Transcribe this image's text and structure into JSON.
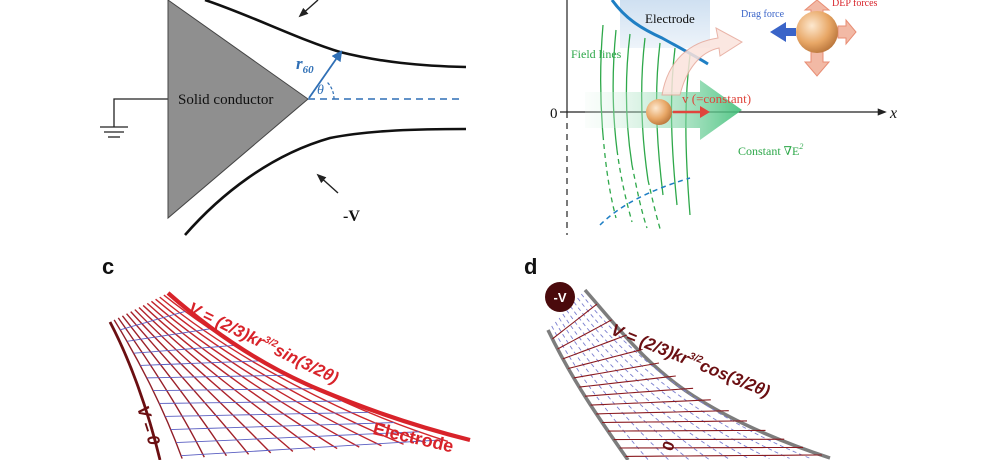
{
  "panel_a": {
    "conductor_label": "Solid conductor",
    "radius_label": "r",
    "radius_sub": "60",
    "angle_label": "θ",
    "voltage_label": "-V"
  },
  "panel_b": {
    "electrode_label": "Electrode",
    "field_lines_label": "Field lines",
    "drag_force_label": "Drag force",
    "dep_forces_label": "DEP forces",
    "velocity_label": "v (=constant)",
    "gradient_label": "Constant ∇E",
    "gradient_sup": "2",
    "origin_label": "0",
    "x_axis_label": "x"
  },
  "panel_c": {
    "panel_letter": "c",
    "equation_prefix": "V = (2/3)kr",
    "equation_exp": "3/2",
    "equation_suffix": "sin(3/2θ)",
    "zero_label": "V = 0",
    "electrode_label": "Electrode"
  },
  "panel_d": {
    "panel_letter": "d",
    "badge_label": "-V",
    "equation_prefix": "V = (2/3)k",
    "equation_mid": "r",
    "equation_exp": "3/2",
    "equation_suffix": "cos(3/2θ)",
    "zero_label": "0"
  },
  "colors": {
    "conductor_fill": "#8f8f8f",
    "radius_blue": "#2f6fb5",
    "field_green": "#2ea84a",
    "electrode_blue": "#1f7fc4",
    "arrow_green": "#45c07a",
    "particle_orange": "#e8a766",
    "force_red": "#e0453c",
    "drag_blue": "#3a64c8",
    "potential_red": "#d8232a",
    "dark_red": "#6b0f12",
    "grid_blue": "#5b5fc2",
    "electrode_grey": "#7d7d7d"
  }
}
